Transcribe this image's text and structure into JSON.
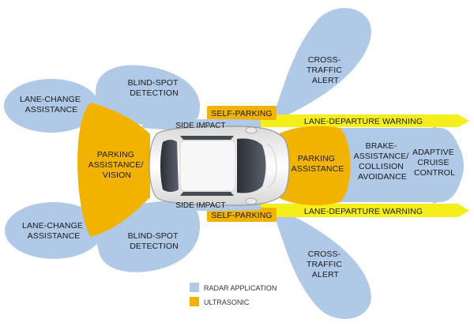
{
  "colors": {
    "radar": "#b0c9e6",
    "radar_edge": "#9fbbe0",
    "ultrasonic": "#f2b300",
    "lane_yellow": "#f6ee1a",
    "car_body": "#f4f4f4",
    "glass": "#3a3f47"
  },
  "zones": {
    "lane_change_top": [
      "LANE-CHANGE",
      "ASSISTANCE"
    ],
    "blind_spot_top": [
      "BLIND-SPOT",
      "DETECTION"
    ],
    "lane_change_bottom": [
      "LANE-CHANGE",
      "ASSISTANCE"
    ],
    "blind_spot_bottom": [
      "BLIND-SPOT",
      "DETECTION"
    ],
    "parking_vision": [
      "PARKING",
      "ASSISTANCE/",
      "VISION"
    ],
    "parking_front": [
      "PARKING",
      "ASSISTANCE"
    ],
    "cross_traffic_top": [
      "CROSS-",
      "TRAFFIC",
      "ALERT"
    ],
    "cross_traffic_bottom": [
      "CROSS-",
      "TRAFFIC",
      "ALERT"
    ],
    "brake": [
      "BRAKE-",
      "ASSISTANCE/",
      "COLLISION",
      "AVOIDANCE"
    ],
    "acc": [
      "ADAPTIVE",
      "CRUISE",
      "CONTROL"
    ],
    "self_parking_top": "SELF-PARKING",
    "self_parking_bottom": "SELF-PARKING",
    "side_impact_top": "SIDE IMPACT",
    "side_impact_bottom": "SIDE IMPACT",
    "lane_departure_top": "LANE-DEPARTURE WARNING",
    "lane_departure_bottom": "LANE-DEPARTURE WARNING"
  },
  "legend": {
    "radar": "RADAR APPLICATION",
    "ultrasonic": "ULTRASONIC"
  }
}
